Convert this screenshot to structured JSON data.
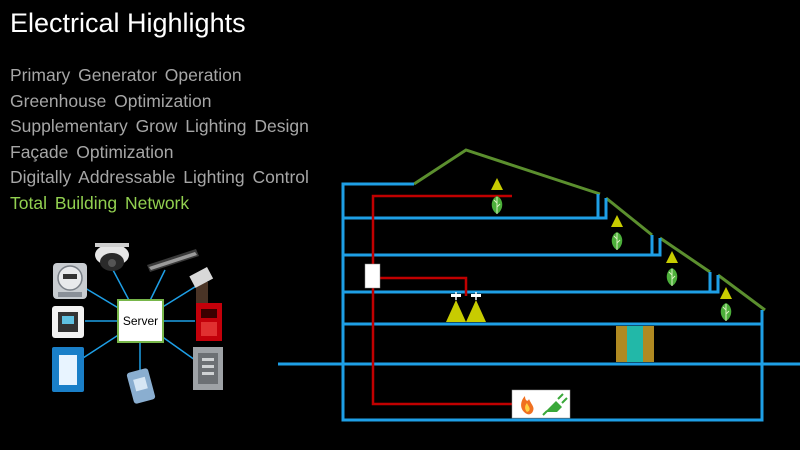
{
  "slide": {
    "title": "Electrical Highlights",
    "bullets": [
      "Primary Generator Operation",
      "Greenhouse Optimization",
      "Supplementary Grow Lighting Design",
      "Façade Optimization",
      "Digitally Addressable Lighting Control",
      "Total Building Network"
    ],
    "active_bullet": "Total Building Network"
  },
  "network": {
    "server_label": "Server",
    "devices": [
      "electric-meter-icon",
      "security-camera-icon",
      "linear-light-fixture-icon",
      "card-reader-icon",
      "thermostat-icon",
      "fire-alarm-panel-icon",
      "touchscreen-panel-icon",
      "io-module-icon",
      "electrical-panel-icon"
    ]
  },
  "colors": {
    "background": "#000000",
    "building_line": "#1e9fe6",
    "roof_line": "#5b8f2e",
    "power_line": "#c00000",
    "grow_light": "#c8cc00",
    "highlight_text": "#92d050",
    "muted_text": "#a6a6a6"
  }
}
